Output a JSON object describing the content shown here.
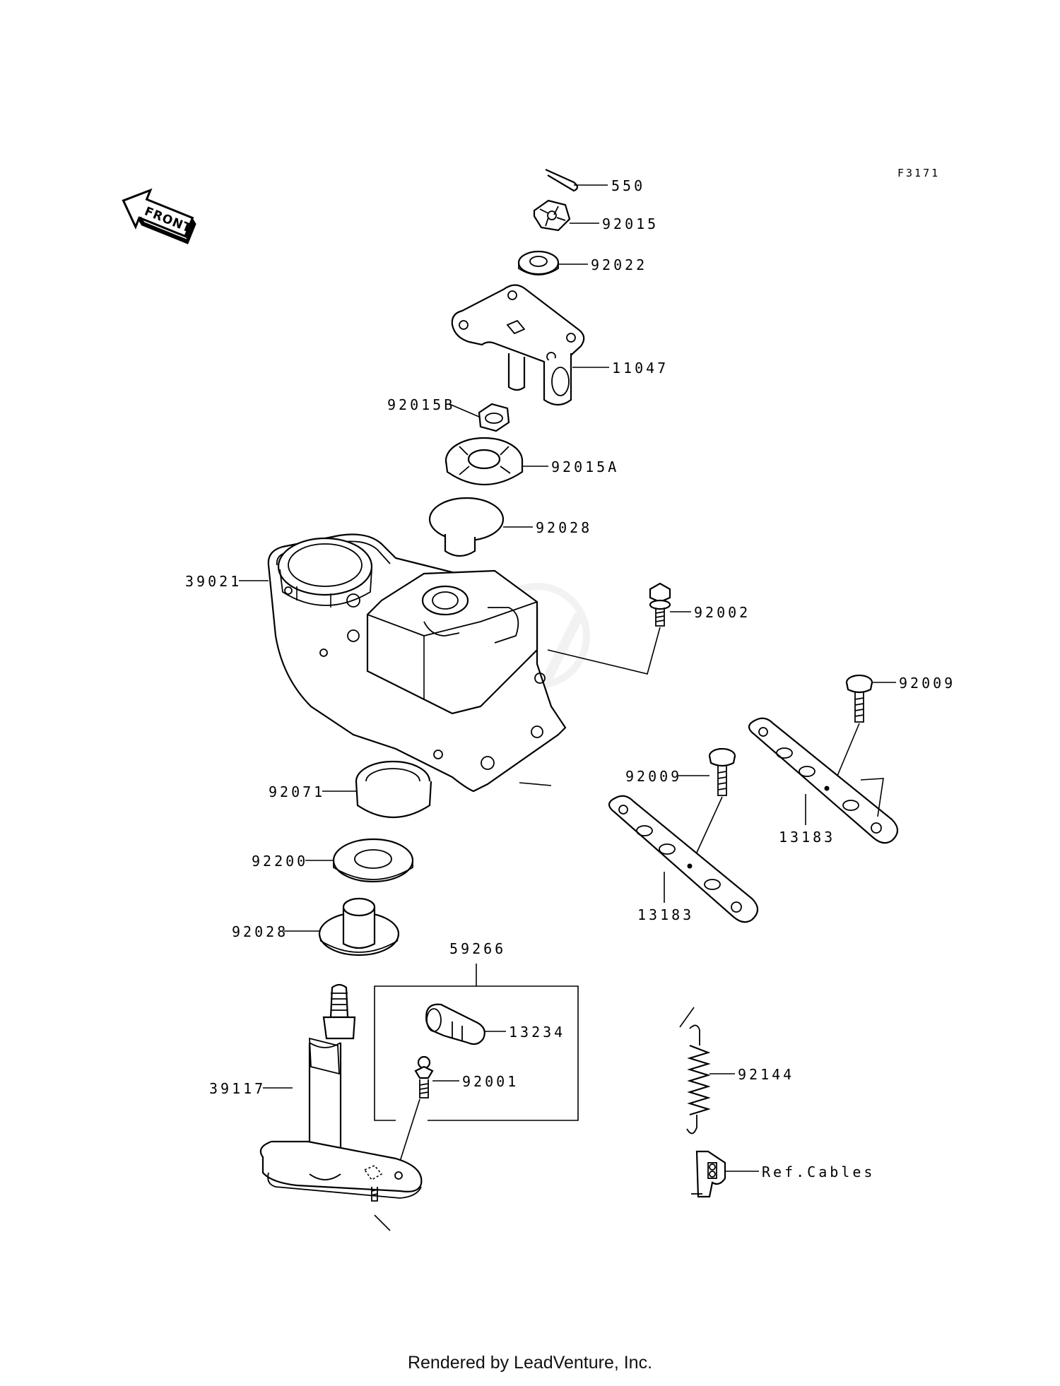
{
  "figure_code": "F3171",
  "front_label": "FRONT",
  "parts": [
    {
      "id": "p550",
      "label": "550"
    },
    {
      "id": "p92015",
      "label": "92015"
    },
    {
      "id": "p92022",
      "label": "92022"
    },
    {
      "id": "p11047",
      "label": "11047"
    },
    {
      "id": "p92015B",
      "label": "92015B"
    },
    {
      "id": "p92015A",
      "label": "92015A"
    },
    {
      "id": "p92028a",
      "label": "92028"
    },
    {
      "id": "p39021",
      "label": "39021"
    },
    {
      "id": "p92002",
      "label": "92002"
    },
    {
      "id": "p92009a",
      "label": "92009"
    },
    {
      "id": "p92009b",
      "label": "92009"
    },
    {
      "id": "p13183a",
      "label": "13183"
    },
    {
      "id": "p13183b",
      "label": "13183"
    },
    {
      "id": "p92071",
      "label": "92071"
    },
    {
      "id": "p92200",
      "label": "92200"
    },
    {
      "id": "p92028b",
      "label": "92028"
    },
    {
      "id": "p59266",
      "label": "59266"
    },
    {
      "id": "p13234",
      "label": "13234"
    },
    {
      "id": "p92001",
      "label": "92001"
    },
    {
      "id": "p39117",
      "label": "39117"
    },
    {
      "id": "p92144",
      "label": "92144"
    },
    {
      "id": "pRefCables",
      "label": "Ref.Cables"
    }
  ],
  "footer": "Rendered by LeadVenture, Inc."
}
